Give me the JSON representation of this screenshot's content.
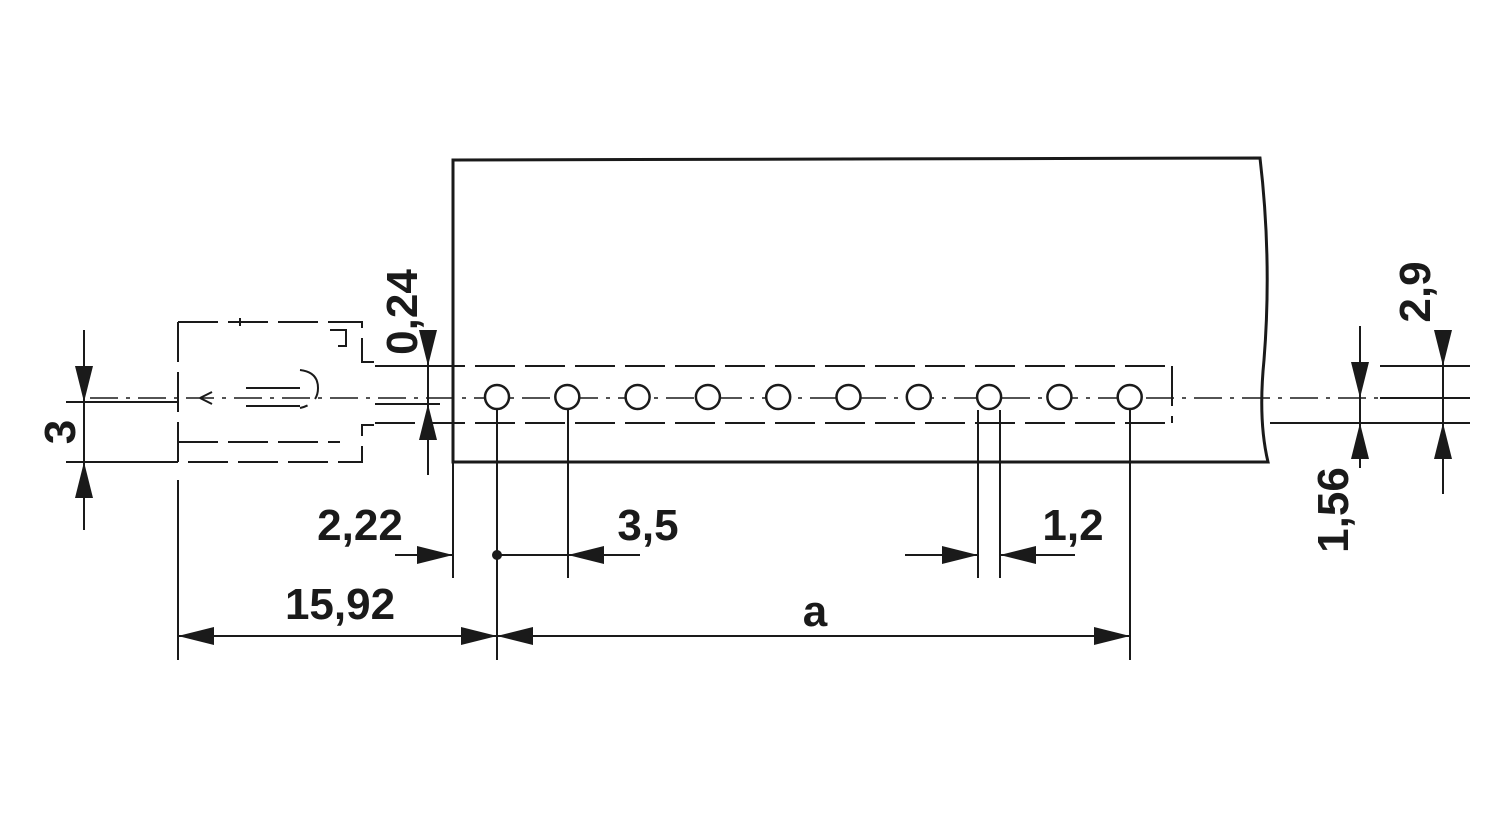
{
  "dimensions": {
    "pitch_offset": "2,22",
    "pitch": "3,5",
    "hole_diameter": "1,2",
    "plug_length": "15,92",
    "total_length": "a",
    "plug_height": "3",
    "gap_top": "0,24",
    "height_right": "2,9",
    "offset_right": "1,56"
  }
}
